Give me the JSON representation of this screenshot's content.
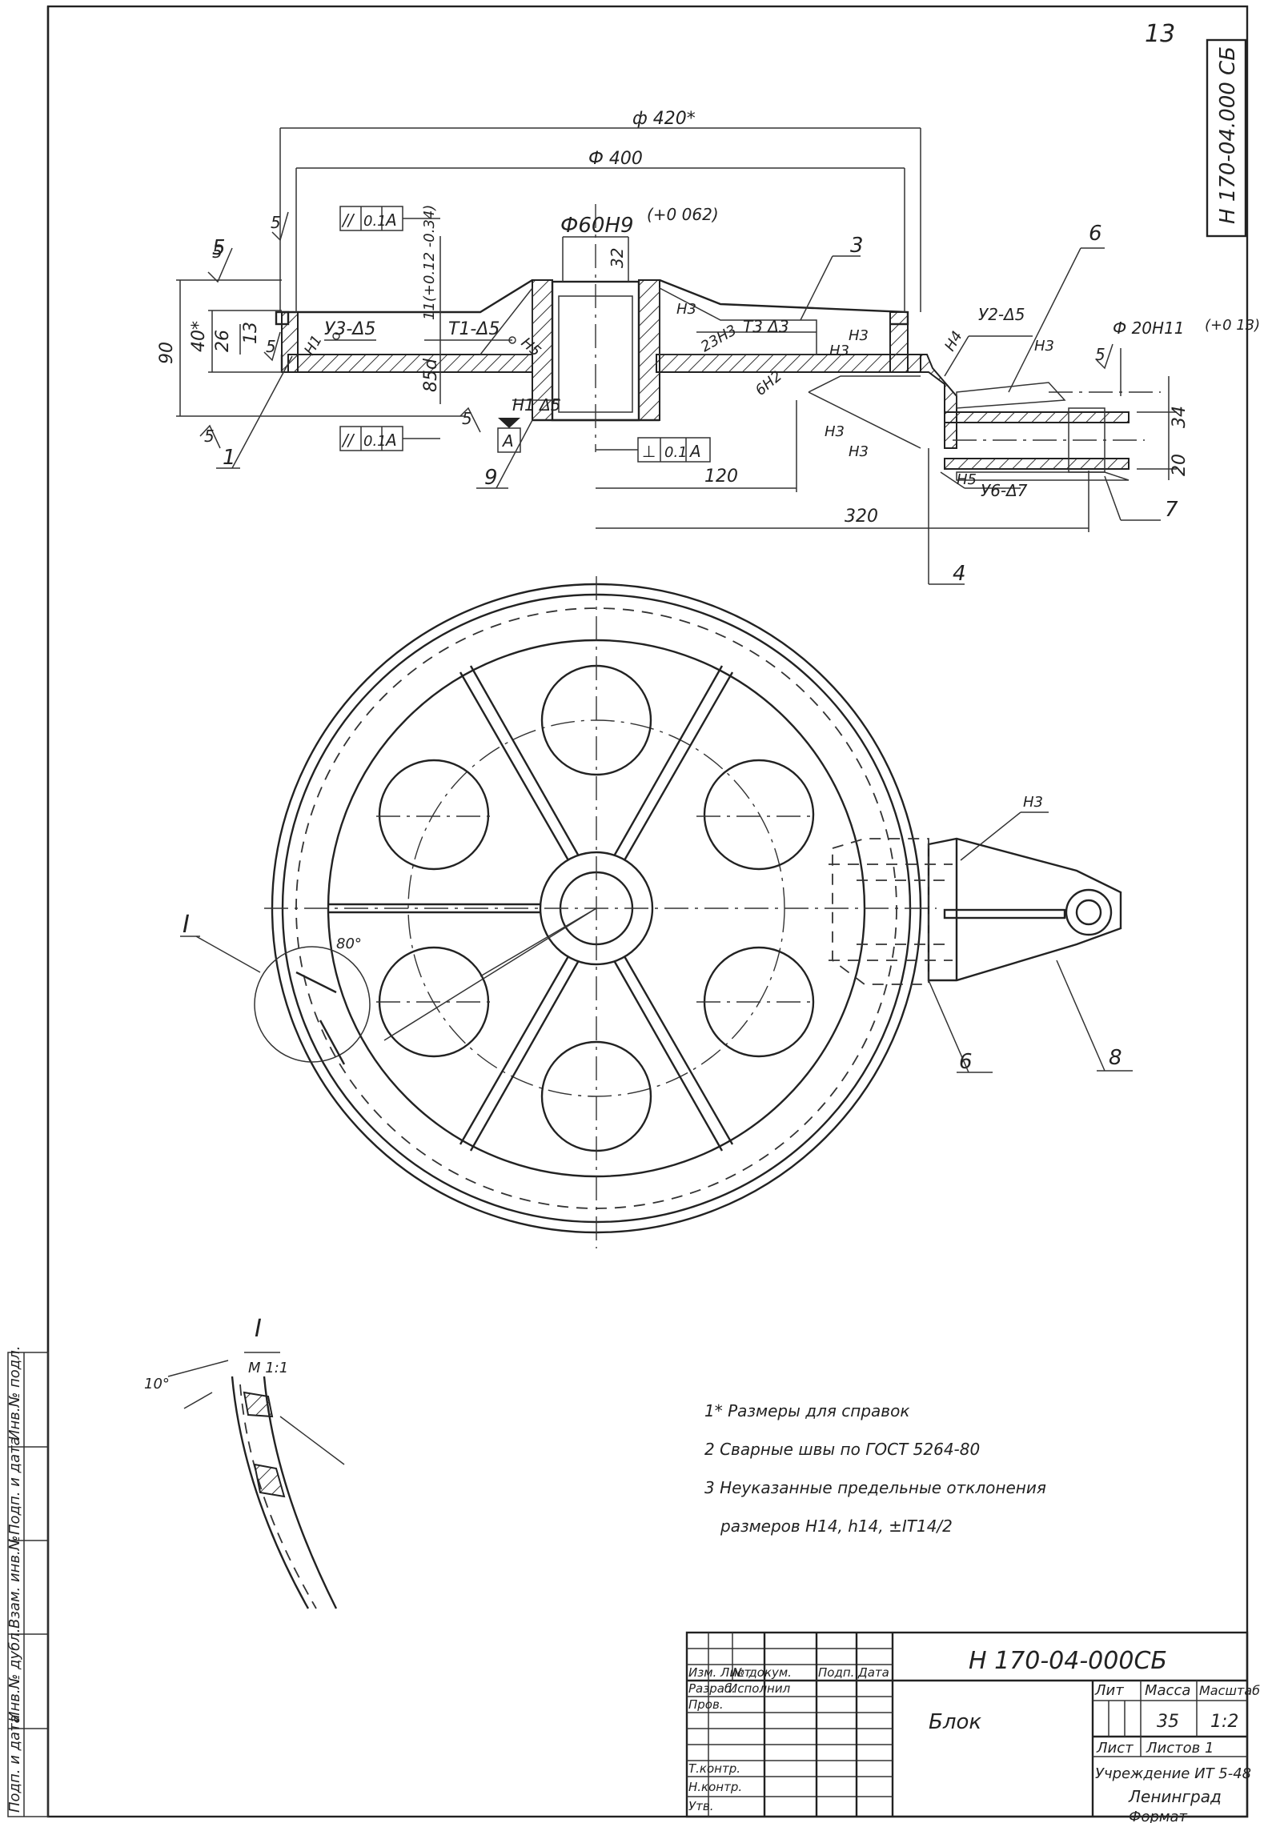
{
  "sheet_number": "13",
  "designation": "Н 170-04.000 СБ",
  "title_block": {
    "designation": "Н 170-04-000СБ",
    "name": "Блок",
    "col_headers": [
      "Лит",
      "Масса",
      "Масштаб"
    ],
    "mass": "35",
    "scale": "1:2",
    "sheet_label": "Лист",
    "sheets_label": "Листов 1",
    "organization_line1": "Учреждение ИТ 5-48",
    "organization_line2": "Ленинград",
    "format_label": "Формат",
    "signature_rows": [
      "Изм. Лист",
      "№ докум.",
      "Подп.",
      "Дата",
      "Разраб.",
      "Исполнил",
      "Пров.",
      "Т.контр.",
      "Н.контр.",
      "Утв."
    ]
  },
  "side_stamp": [
    "Инв.№ подл.",
    "Подп. и дата",
    "Взам. инв.№",
    "Инв.№ дубл.",
    "Подп. и дата"
  ],
  "notes": [
    "1* Размеры для справок",
    "2 Сварные швы по ГОСТ 5264-80",
    "3 Неуказанные предельные отклонения",
    "размеров H14, h14, ±IT14/2"
  ],
  "dimensions": {
    "d420": "ф 420*",
    "d400": "Ф 400",
    "d60": "Ф60Н9",
    "d60_tol": "(+0 062)",
    "d20": "Ф 20Н11",
    "d20_tol": "(+0 13)",
    "h90": "90",
    "h40": "40*",
    "h26": "26",
    "h13": "13",
    "h85": "85d",
    "h32": "32",
    "h34": "34",
    "h20": "20",
    "l120": "120",
    "l320": "320",
    "angle80": "80°",
    "angle10": "10°"
  },
  "weld_marks": {
    "u3": "У3-Δ5",
    "t1": "Т1-Δ5",
    "t3": "Т3 Δ3",
    "h1": "Н1 Δ5",
    "u2": "У2-Δ5",
    "u6": "У6-Δ7",
    "n1": "Н1",
    "n3": "Н3",
    "n4": "Н4",
    "n5": "Н5",
    "n5b": "Н5",
    "n3b": "Н3",
    "n3c": "Н3",
    "n3d": "Н3",
    "n3e": "Н3",
    "n3f": "Н3",
    "n3g": "Н3",
    "n2": "6Н2",
    "n23": "23Н3",
    "n11": "11(+0.12 -0.34)"
  },
  "tolerance_frames": {
    "top": [
      "//",
      "0.1",
      "А"
    ],
    "bottom": [
      "//",
      "0.1",
      "А"
    ],
    "perp": [
      "⊥",
      "0.1",
      "А"
    ],
    "datum": "А"
  },
  "roughness": [
    "5",
    "5",
    "5",
    "5",
    "5",
    "5"
  ],
  "item_numbers": [
    "1",
    "3",
    "4",
    "5",
    "6",
    "6",
    "7",
    "8",
    "9"
  ],
  "detail": {
    "view_label": "I",
    "section_label": "I",
    "section_scale": "М 1:1"
  }
}
